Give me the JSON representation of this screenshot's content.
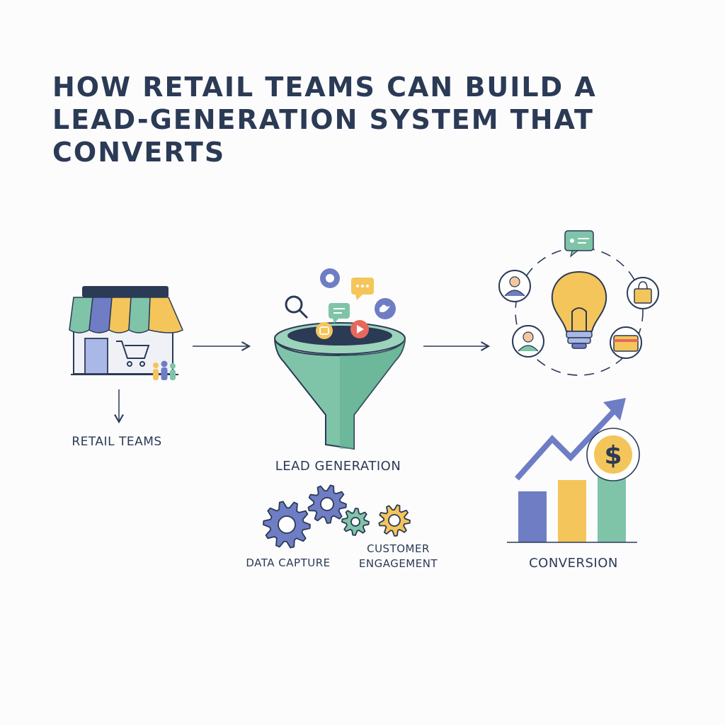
{
  "title": "How Retail Teams Can Build a Lead-Generation System That Converts",
  "stages": {
    "retail": {
      "label": "Retail Teams"
    },
    "lead": {
      "label": "Lead Generation",
      "sub": {
        "data": "Data Capture",
        "engagement": "Customer Engagement"
      }
    },
    "conversion": {
      "label": "Conversion"
    }
  },
  "icons": {
    "currency": "$",
    "store": "storefront-icon",
    "cart": "shopping-cart-icon",
    "funnel": "funnel-icon",
    "bulb": "lightbulb-icon",
    "gears": "gear-icon"
  },
  "colors": {
    "navy": "#2b3a55",
    "teal": "#7fc4a8",
    "purple": "#6e7dc4",
    "yellow": "#f4c55a",
    "red": "#e8685e"
  }
}
